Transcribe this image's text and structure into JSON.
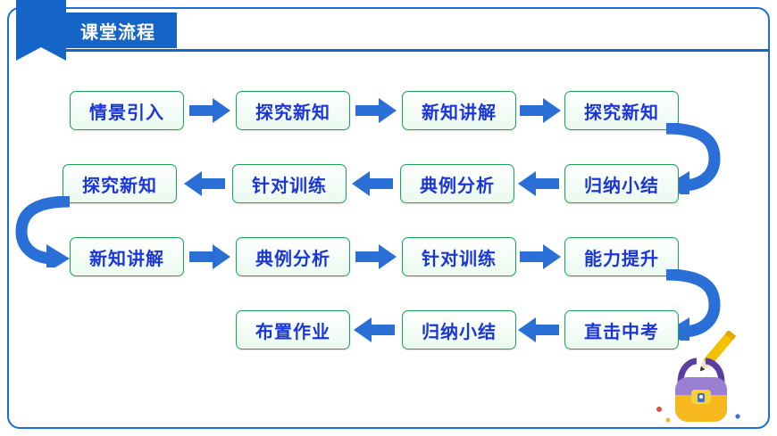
{
  "slide": {
    "title": "课堂流程",
    "accent_blue": "#1565c7",
    "node_border_green": "#18a558",
    "node_text_blue": "#1b36d8",
    "arrow_blue": "#2a6fd6"
  },
  "flow": {
    "rows": [
      {
        "row": 1,
        "direction": "left-to-right",
        "nodes": [
          {
            "label": "情景引入"
          },
          {
            "label": "探究新知"
          },
          {
            "label": "新知讲解"
          },
          {
            "label": "探究新知"
          }
        ]
      },
      {
        "row": 2,
        "direction": "right-to-left",
        "nodes": [
          {
            "label": "探究新知"
          },
          {
            "label": "针对训练"
          },
          {
            "label": "典例分析"
          },
          {
            "label": "归纳小结"
          }
        ]
      },
      {
        "row": 3,
        "direction": "left-to-right",
        "nodes": [
          {
            "label": "新知讲解"
          },
          {
            "label": "典例分析"
          },
          {
            "label": "针对训练"
          },
          {
            "label": "能力提升"
          }
        ]
      },
      {
        "row": 4,
        "direction": "right-to-left",
        "nodes": [
          {
            "label": "布置作业"
          },
          {
            "label": "归纳小结"
          },
          {
            "label": "直击中考"
          }
        ]
      }
    ]
  },
  "decorations": {
    "backpack": "backpack-icon",
    "pencil": "pencil-icon"
  }
}
